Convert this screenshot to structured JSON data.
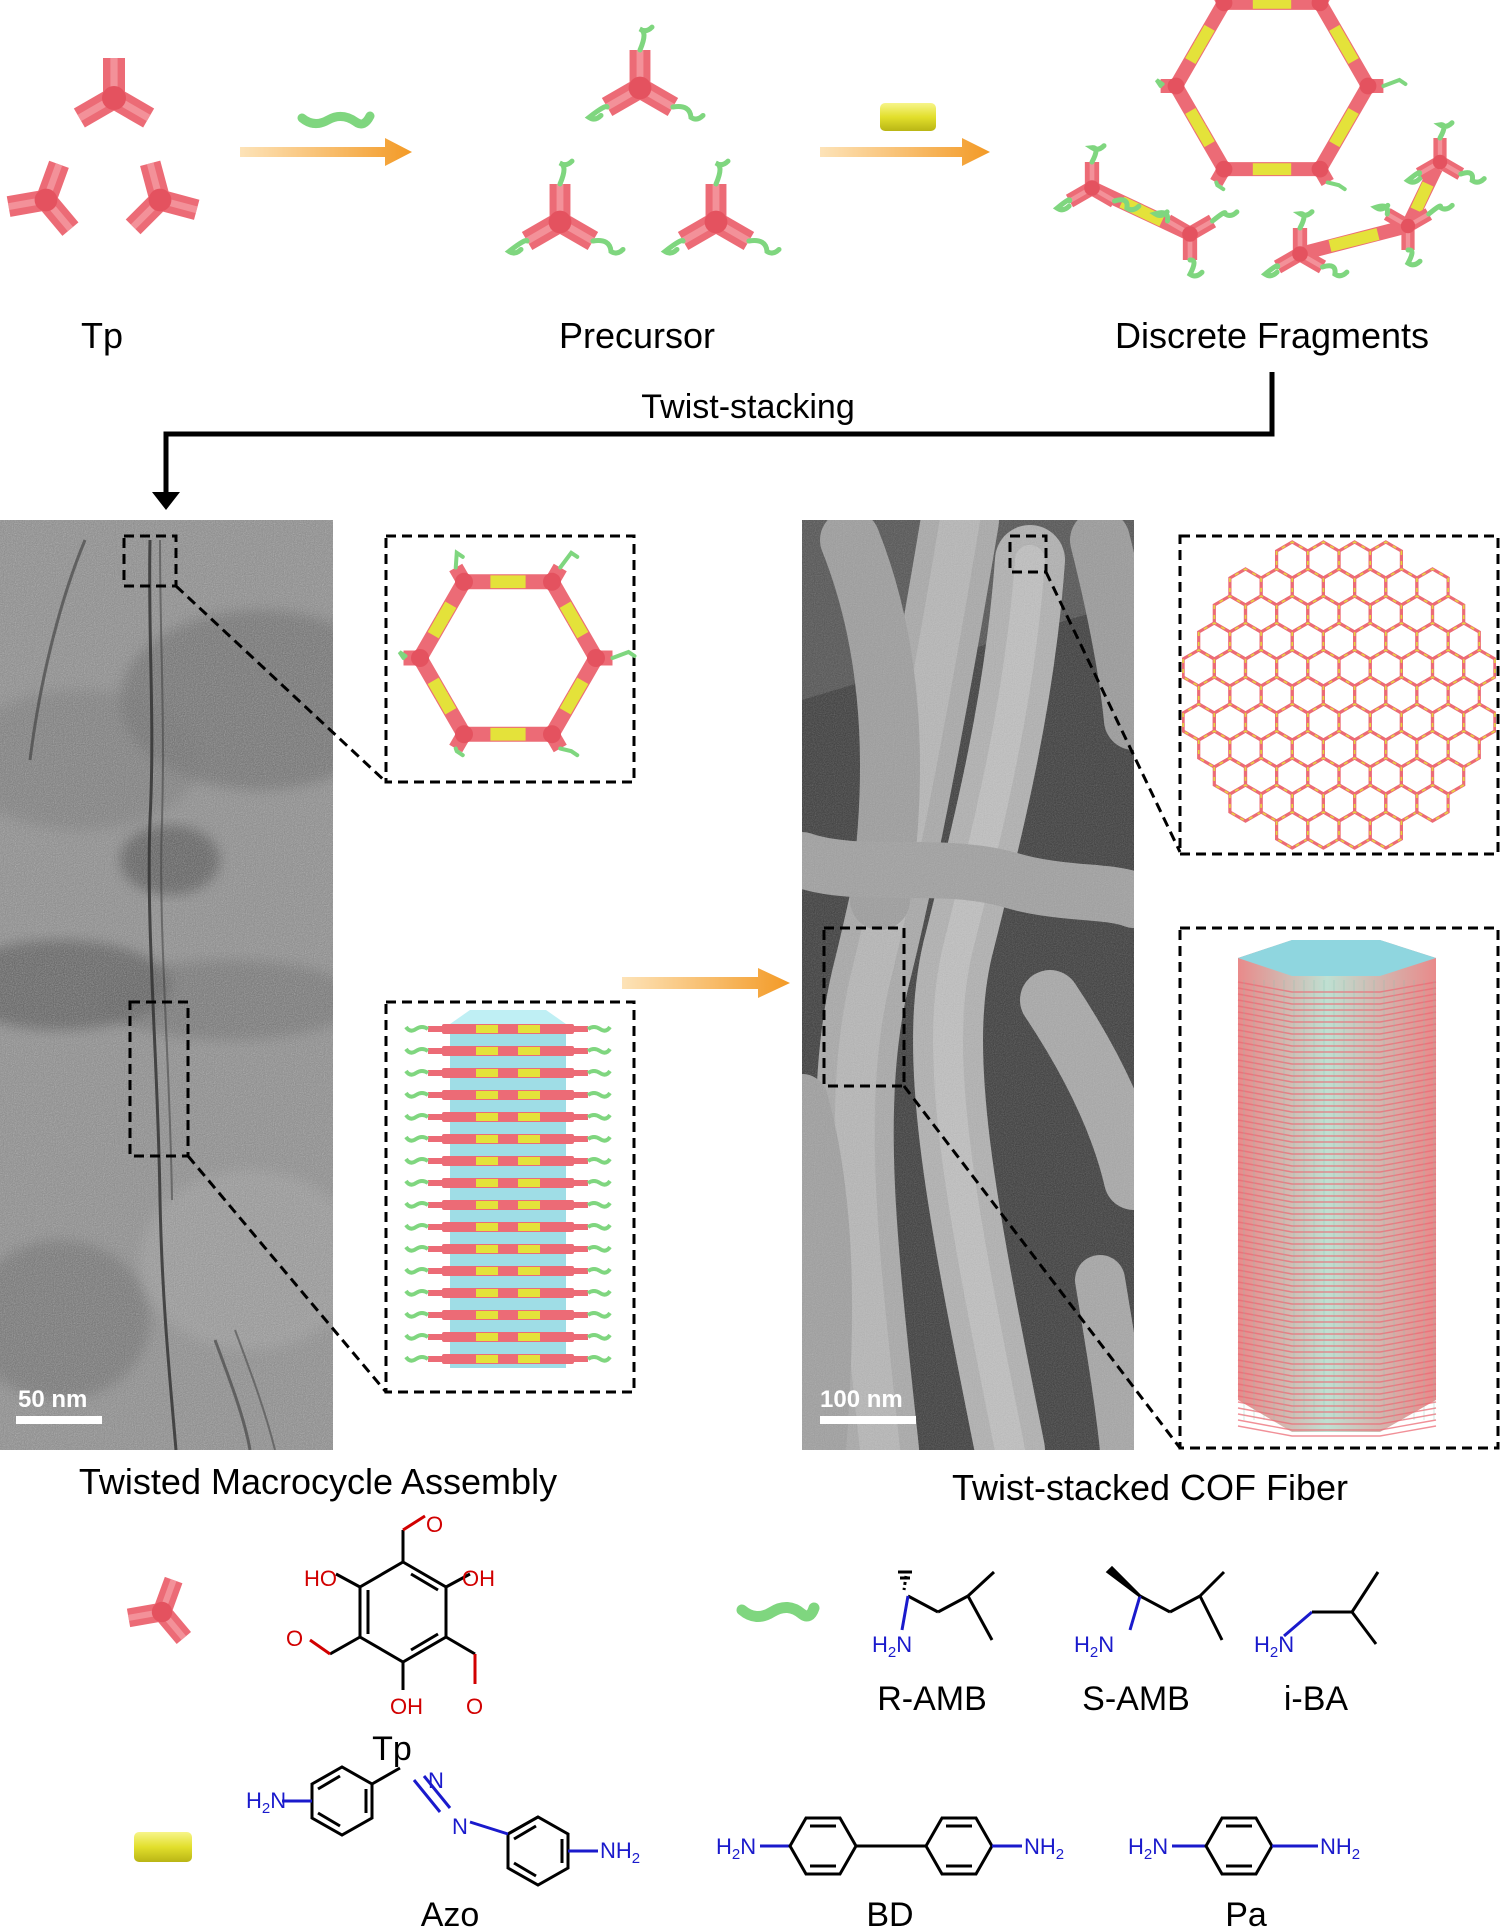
{
  "labels": {
    "tp": "Tp",
    "precursor": "Precursor",
    "discrete_fragments": "Discrete Fragments",
    "twist_stacking": "Twist-stacking",
    "twisted_macrocycle_assembly": "Twisted Macrocycle Assembly",
    "twist_stacked_cof_fiber": "Twist-stacked COF Fiber"
  },
  "scale_bars": {
    "tem": "50 nm",
    "sem": "100 nm"
  },
  "molecules": {
    "tp": {
      "name": "Tp",
      "ho_left": "HO",
      "oh_right": "OH",
      "oh_bottom": "OH",
      "o": "O"
    },
    "amines": [
      {
        "name": "R-AMB",
        "amine": "H2N"
      },
      {
        "name": "S-AMB",
        "amine": "H2N"
      },
      {
        "name": "i-BA",
        "amine": "H2N"
      }
    ],
    "linkers": [
      {
        "name": "Azo",
        "n": "N"
      },
      {
        "name": "BD"
      },
      {
        "name": "Pa"
      }
    ],
    "h2n": "H2N",
    "nh2": "NH2"
  },
  "colors": {
    "node_red": "#ec6b76",
    "linker_yellow": "#e4e23a",
    "chain_green": "#7fd67f",
    "arrow_orange": "#f5a030",
    "pore_cyan": "#9fdde6"
  }
}
